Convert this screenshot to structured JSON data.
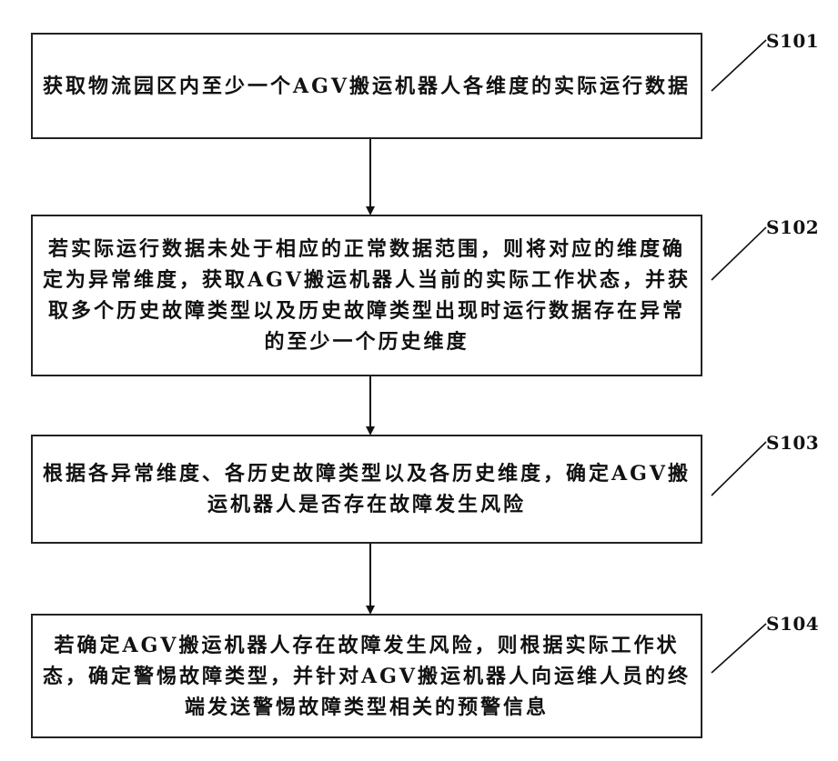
{
  "steps": [
    {
      "id": "S101",
      "text": "获取物流园区内至少一个AGV搬运机器人各维度的实际运行数据"
    },
    {
      "id": "S102",
      "text": "若实际运行数据未处于相应的正常数据范围，则将对应的维度确定为异常维度，获取AGV搬运机器人当前的实际工作状态，并获取多个历史故障类型以及历史故障类型出现时运行数据存在异常的至少一个历史维度"
    },
    {
      "id": "S103",
      "text": "根据各异常维度、各历史故障类型以及各历史维度，确定AGV搬运机器人是否存在故障发生风险"
    },
    {
      "id": "S104",
      "text": "若确定AGV搬运机器人存在故障发生风险，则根据实际工作状态，确定警惕故障类型，并针对AGV搬运机器人向运维人员的终端发送警惕故障类型相关的预警信息"
    }
  ]
}
